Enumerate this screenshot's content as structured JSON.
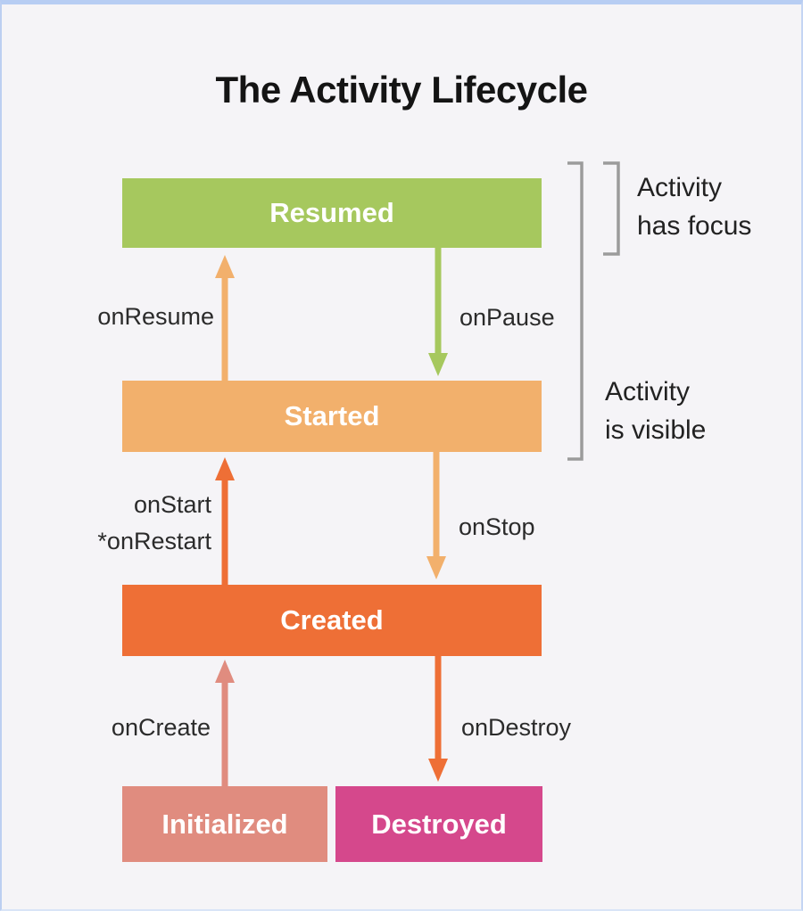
{
  "canvas": {
    "background_color": "#f5f4f7",
    "border_color": "#b7cdf3"
  },
  "title": "The Activity Lifecycle",
  "states": [
    {
      "label": "Resumed",
      "color": "#a6c85e"
    },
    {
      "label": "Started",
      "color": "#f2b06c"
    },
    {
      "label": "Created",
      "color": "#ee6f36"
    },
    {
      "label": "Initialized",
      "color": "#e08c7f"
    },
    {
      "label": "Destroyed",
      "color": "#d5488c"
    }
  ],
  "transitions": [
    {
      "label": "onResume",
      "direction": "up",
      "from": "Started",
      "to": "Resumed",
      "color": "#f2b06c"
    },
    {
      "label": "onPause",
      "direction": "down",
      "from": "Resumed",
      "to": "Started",
      "color": "#a6c85e"
    },
    {
      "label": "onStart",
      "sublabel": "*onRestart",
      "direction": "up",
      "from": "Created",
      "to": "Started",
      "color": "#ee6f36"
    },
    {
      "label": "onStop",
      "direction": "down",
      "from": "Started",
      "to": "Created",
      "color": "#f2b06c"
    },
    {
      "label": "onCreate",
      "direction": "up",
      "from": "Initialized",
      "to": "Created",
      "color": "#e08c7f"
    },
    {
      "label": "onDestroy",
      "direction": "down",
      "from": "Created",
      "to": "Destroyed",
      "color": "#ee6f36"
    }
  ],
  "annotations": [
    {
      "line1": "Activity",
      "line2": "has focus",
      "bracket_color": "#9b9b9b"
    },
    {
      "line1": "Activity",
      "line2": "is visible",
      "bracket_color": "#9b9b9b"
    }
  ]
}
